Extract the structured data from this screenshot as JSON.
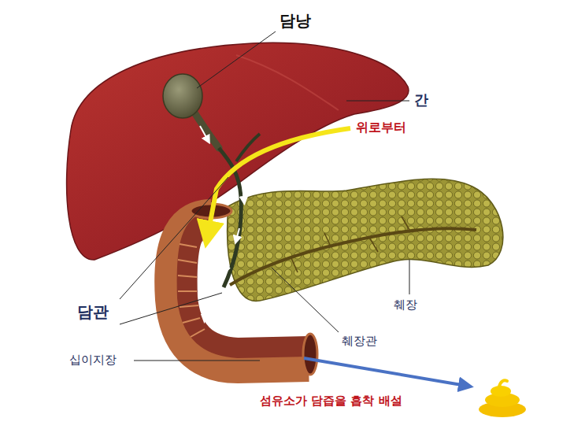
{
  "diagram": {
    "labels": [
      "담낭",
      "간",
      "위로부터",
      "담관",
      "췌장",
      "췌장관",
      "십이지장",
      "섬유소가 담즙을 흡착 배설"
    ]
  }
}
